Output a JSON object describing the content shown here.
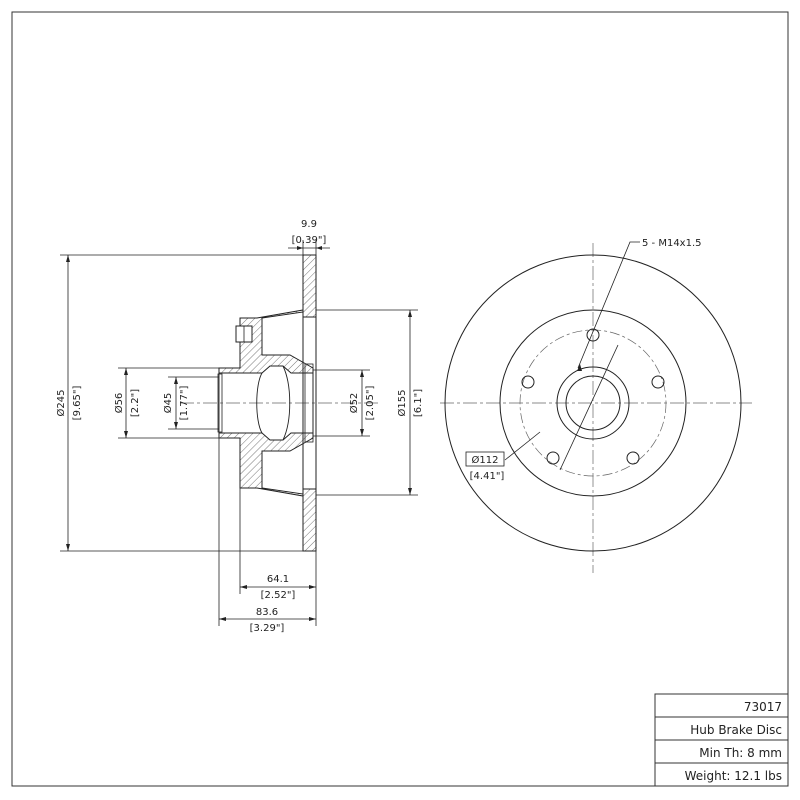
{
  "drawing": {
    "thickness": {
      "mm": "9.9",
      "in": "[0.39\"]"
    },
    "outer_dia": {
      "mm": "Ø245",
      "in": "[9.65\"]"
    },
    "hub_od": {
      "mm": "Ø56",
      "in": "[2.2\"]"
    },
    "bore": {
      "mm": "Ø45",
      "in": "[1.77\"]"
    },
    "pilot": {
      "mm": "Ø52",
      "in": "[2.05\"]"
    },
    "hat_dia": {
      "mm": "Ø155",
      "in": "[6.1\"]"
    },
    "hat_height": {
      "mm": "64.1",
      "in": "[2.52\"]"
    },
    "overall_height": {
      "mm": "83.6",
      "in": "[3.29\"]"
    },
    "bolt_circle": {
      "mm": "Ø112",
      "in": "[4.41\"]"
    },
    "studs": "5 - M14x1.5"
  },
  "title_block": {
    "part_number": "73017",
    "description": "Hub Brake Disc",
    "min_thickness": "Min Th: 8 mm",
    "weight": "Weight: 12.1 lbs"
  }
}
